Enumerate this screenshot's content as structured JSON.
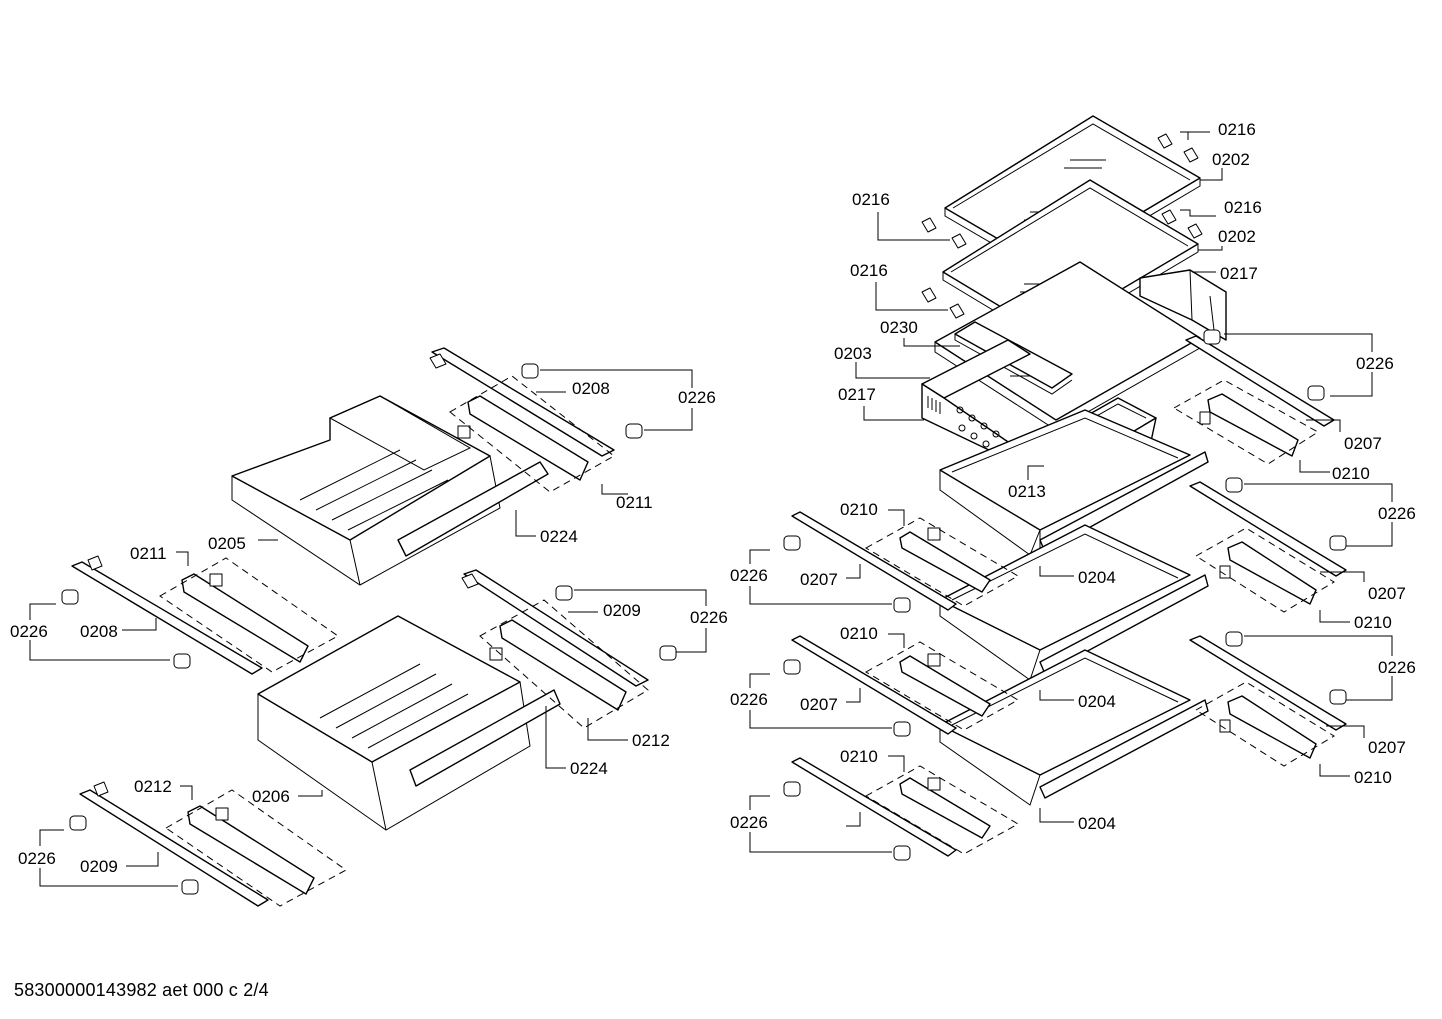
{
  "diagram": {
    "document_id": "58300000143982 aet 000 c 2/4",
    "part_labels": [
      "0216",
      "0202",
      "0216",
      "0202",
      "0216",
      "0217",
      "0216",
      "0230",
      "0203",
      "0217",
      "0226",
      "0207",
      "0213",
      "0210",
      "0226",
      "0210",
      "0226",
      "0207",
      "0204",
      "0207",
      "0210",
      "0210",
      "0226",
      "0204",
      "0207",
      "0210",
      "0226",
      "0210",
      "0226",
      "0207",
      "0204",
      "0208",
      "0226",
      "0211",
      "0224",
      "0205",
      "0211",
      "0226",
      "0208",
      "0209",
      "0226",
      "0212",
      "0224",
      "0206",
      "0212",
      "0226",
      "0209"
    ]
  }
}
